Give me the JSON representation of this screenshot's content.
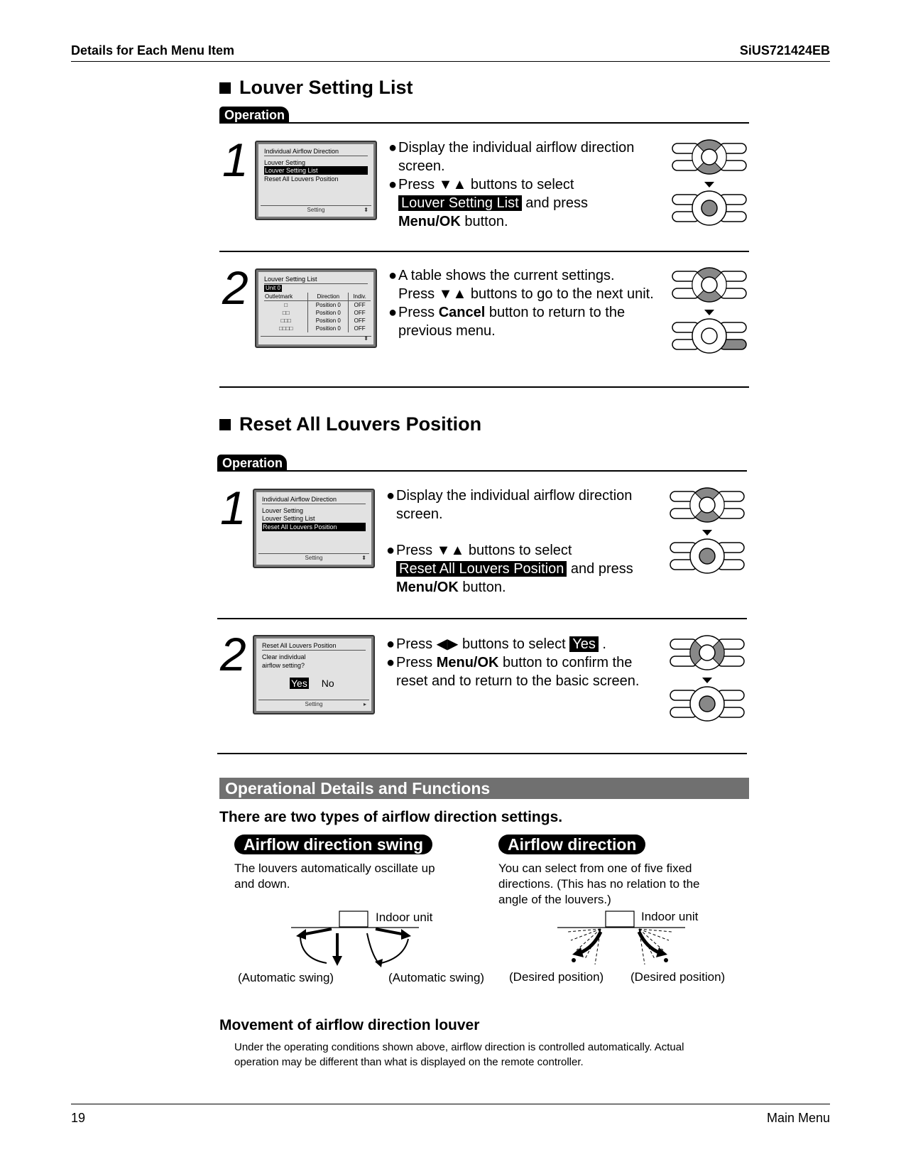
{
  "header": {
    "left": "Details for Each Menu Item",
    "right": "SiUS721424EB"
  },
  "footer": {
    "page": "19",
    "section": "Main Menu"
  },
  "louver_list": {
    "title": "Louver Setting List",
    "operation_label": "Operation",
    "step1": {
      "num": "1",
      "screen": {
        "title": "Individual Airflow Direction",
        "items": [
          "Louver Setting",
          "Louver Setting List",
          "Reset All Louvers Position"
        ],
        "footer": "Setting"
      },
      "bullet1": "Display the individual airflow direction screen.",
      "bullet2_pre": "Press ▼▲ buttons to select",
      "bullet2_hl": "Louver Setting List",
      "bullet2_mid": "and press",
      "bullet2_bold": "Menu/OK",
      "bullet2_post": "button."
    },
    "step2": {
      "num": "2",
      "screen": {
        "title": "Louver Setting List",
        "unit": "Unit 0",
        "cols": [
          "Outletmark",
          "Direction",
          "Indiv."
        ],
        "rows": [
          [
            "□",
            "Position 0",
            "OFF"
          ],
          [
            "□□",
            "Position 0",
            "OFF"
          ],
          [
            "□□□",
            "Position 0",
            "OFF"
          ],
          [
            "□□□□",
            "Position 0",
            "OFF"
          ]
        ]
      },
      "bullet1_a": "A table shows the current settings.",
      "bullet1_b": "Press ▼▲ buttons to go to the next unit.",
      "bullet2_pre": "Press",
      "bullet2_bold": "Cancel",
      "bullet2_post": "button to return to the",
      "bullet2_line2": "previous menu."
    }
  },
  "reset_all": {
    "title": "Reset All Louvers Position",
    "operation_label": "Operation",
    "step1": {
      "num": "1",
      "screen": {
        "title": "Individual Airflow Direction",
        "items": [
          "Louver Setting",
          "Louver Setting List",
          "Reset All Louvers Position"
        ],
        "footer": "Setting"
      },
      "bullet1": "Display the individual airflow direction screen.",
      "bullet2_pre": "Press ▼▲ buttons to select",
      "bullet2_hl": "Reset All Louvers Position",
      "bullet2_mid": "and press",
      "bullet2_bold": "Menu/OK",
      "bullet2_post": "button."
    },
    "step2": {
      "num": "2",
      "screen": {
        "title": "Reset All Louvers Position",
        "line1": "Clear individual",
        "line2": "airflow setting?",
        "yes": "Yes",
        "no": "No",
        "footer": "Setting"
      },
      "bullet1_pre": "Press ◀▶ buttons to select",
      "bullet1_hl": "Yes",
      "bullet1_post": ".",
      "bullet2_pre": "Press",
      "bullet2_bold": "Menu/OK",
      "bullet2_post": "button to confirm the",
      "bullet2_line2": "reset and to return to the basic screen."
    }
  },
  "details": {
    "band": "Operational Details and Functions",
    "intro": "There are two types of airflow direction settings.",
    "swing": {
      "pill": "Airflow direction swing",
      "desc1": "The louvers automatically oscillate up",
      "desc2": "and down.",
      "unit_label": "Indoor unit",
      "cap_left": "(Automatic swing)",
      "cap_right": "(Automatic swing)"
    },
    "direction": {
      "pill": "Airflow direction",
      "desc1": "You can select from one of five fixed",
      "desc2": "directions. (This has no relation to the",
      "desc3": "angle of the louvers.)",
      "unit_label": "Indoor unit",
      "cap_left": "(Desired position)",
      "cap_right": "(Desired position)"
    },
    "movement_title": "Movement of airflow direction louver",
    "movement_1": "Under the operating conditions shown above, airflow direction is controlled automatically. Actual",
    "movement_2": "operation may be different than what is displayed on the remote controller."
  },
  "icons": {
    "dot": "●",
    "down_arrow": "▼",
    "updown": "⬍"
  }
}
